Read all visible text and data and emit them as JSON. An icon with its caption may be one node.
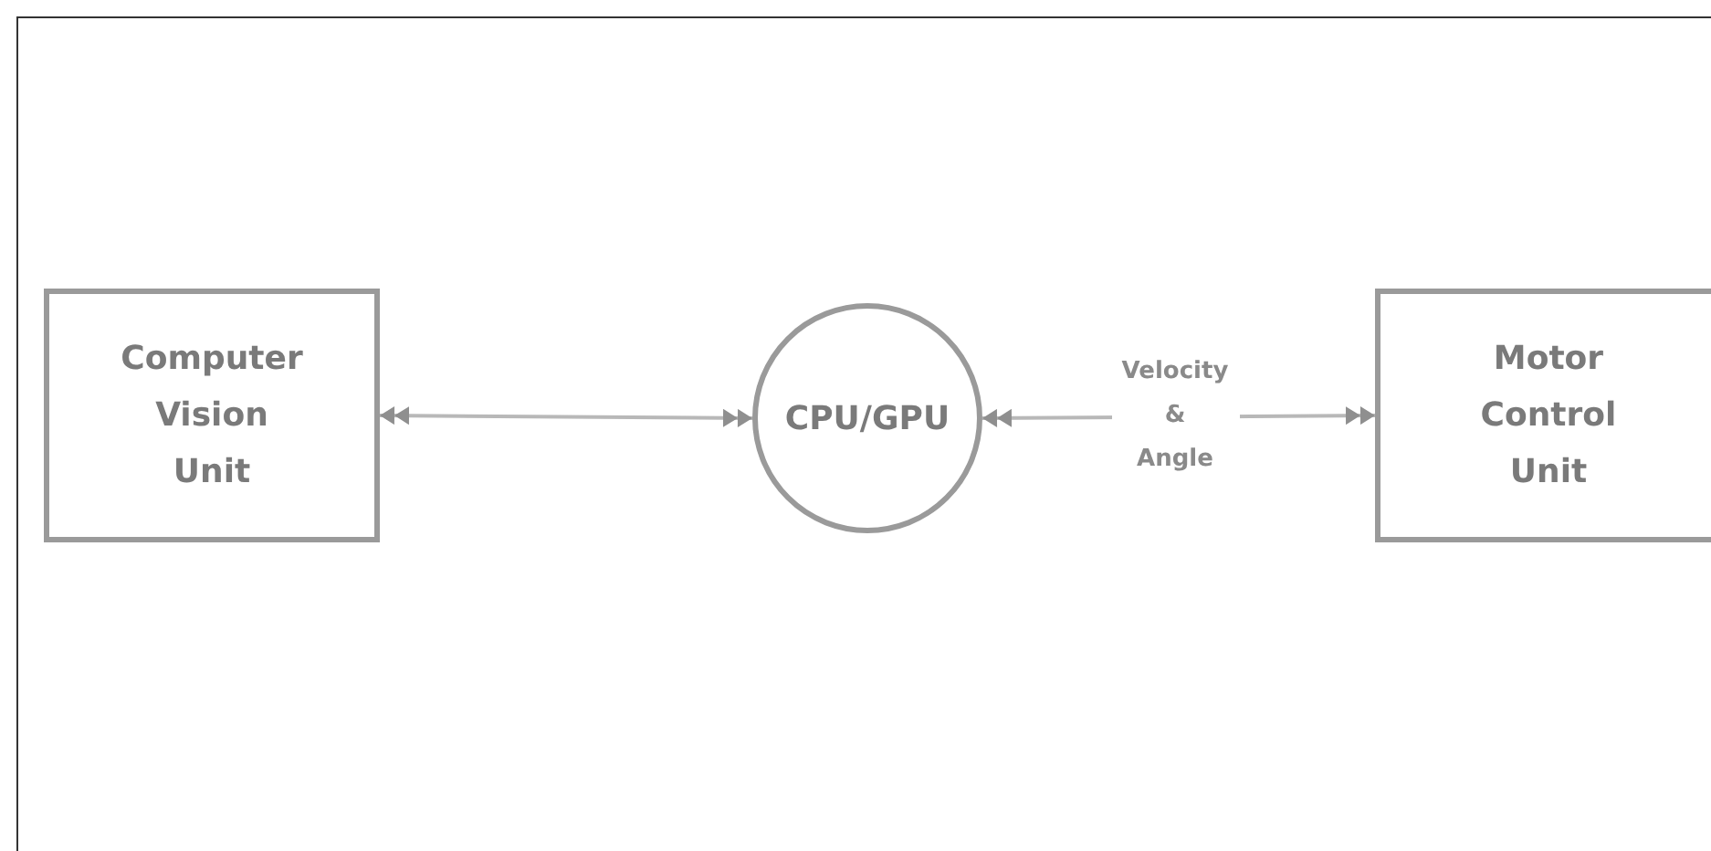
{
  "diagram": {
    "nodes": [
      {
        "text": [
          "Computer Vision Unit"
        ]
      },
      {
        "text": [
          "CPU/GPU"
        ]
      },
      {
        "text": [
          "Motor Control Unit"
        ]
      }
    ],
    "edges": [
      {
        "from": 0,
        "to": 1,
        "arrow": "both"
      },
      {
        "from": 1,
        "to": 2,
        "arrow": "both",
        "label": "Velocity & Angle"
      }
    ]
  }
}
